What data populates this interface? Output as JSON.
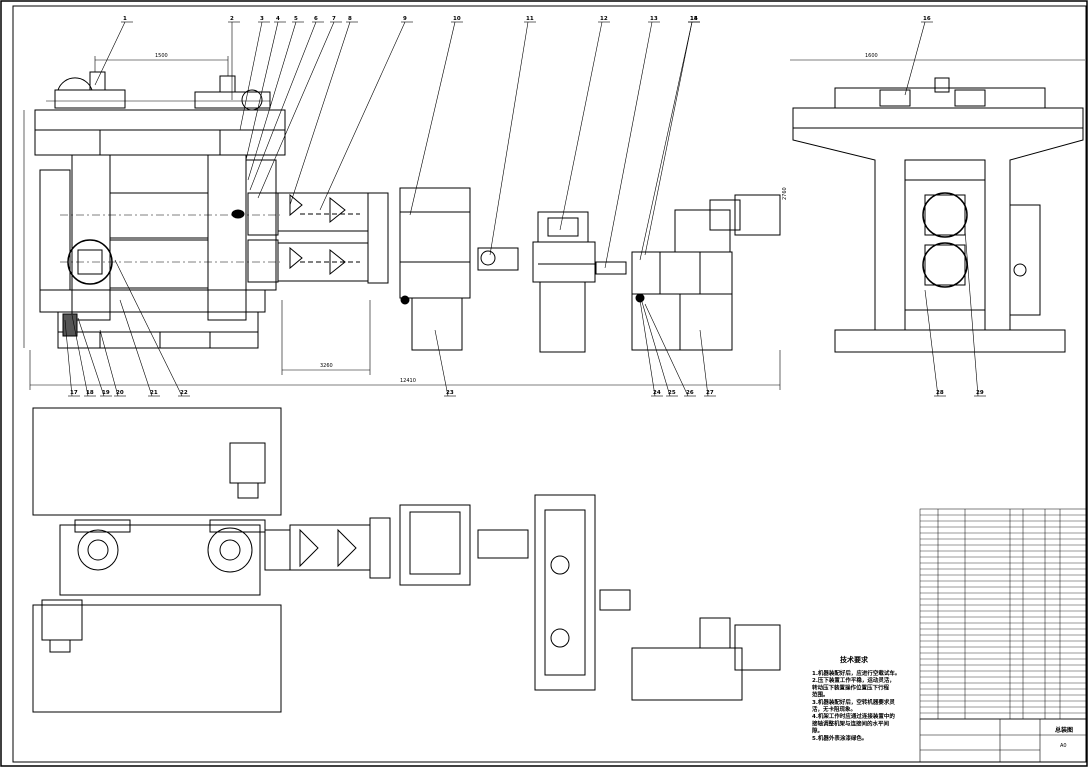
{
  "balloons_top": [
    "1",
    "2",
    "3",
    "4",
    "5",
    "6",
    "7",
    "8",
    "9",
    "10",
    "11",
    "12",
    "13",
    "14",
    "15"
  ],
  "balloon_right_top": "16",
  "balloons_bottom_left": [
    "17",
    "18",
    "19",
    "20",
    "21",
    "22"
  ],
  "balloon_bottom_mid": "23",
  "balloons_bottom_right_group": [
    "24",
    "25",
    "26",
    "27"
  ],
  "balloons_bottom_side": [
    "28",
    "29"
  ],
  "dimensions": {
    "top_span": "1500",
    "right_top_span": "1600",
    "overall_length": "12410",
    "mid_span": "3260",
    "right_height": "2760"
  },
  "tech_notes": {
    "title": "技术要求",
    "lines": [
      "1.机器装配好后，应进行空载试车。",
      "2.压下装置工作平稳，运动灵活，",
      "  转动压下装置操作位置压下行程",
      "  范围。",
      "3.机器装配好后，空转机器要求灵",
      "  活，无卡阻现象。",
      "4.机架工作时应通过连接装置中的",
      "  接轴调整机架与连接间的水平间",
      "  隙。",
      "5.机器外表涂漆绿色。"
    ]
  },
  "title_block": {
    "name": "总装图",
    "scale": "A0"
  }
}
